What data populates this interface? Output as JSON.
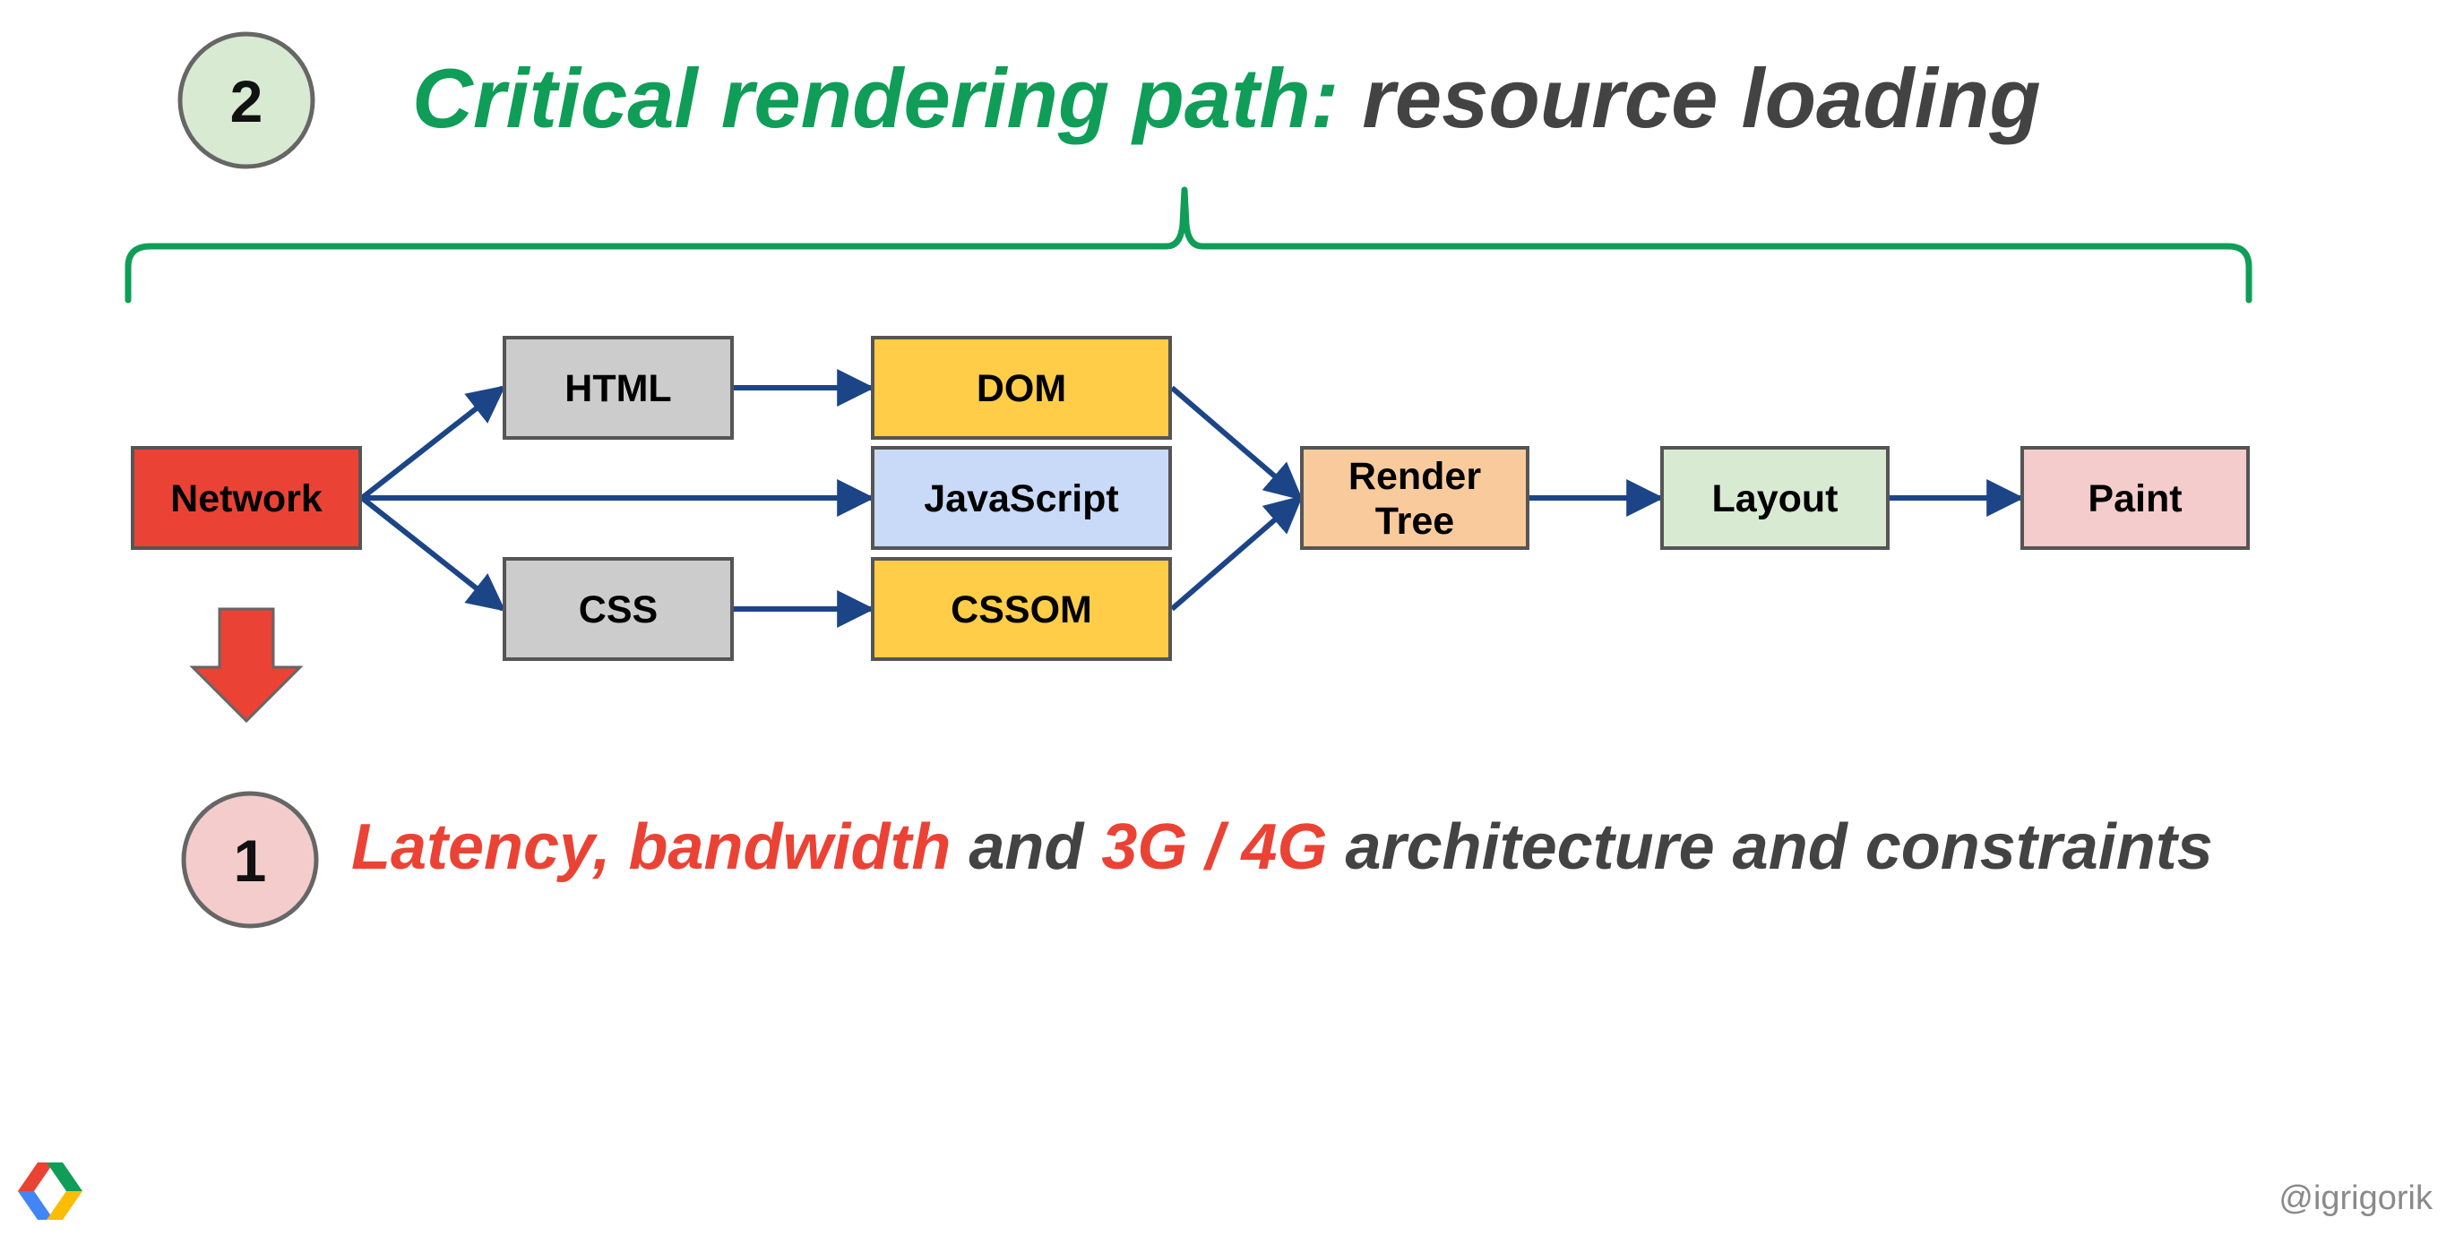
{
  "slide": {
    "top_step": {
      "number": "2",
      "title_highlight": "Critical rendering path:",
      "title_rest": " resource loading"
    },
    "bottom_step": {
      "number": "1",
      "parts": [
        {
          "text": "Latency, bandwidth",
          "color": "#ea4335"
        },
        {
          "text": " and ",
          "color": "#434343"
        },
        {
          "text": "3G / 4G",
          "color": "#ea4335"
        },
        {
          "text": " architecture and constraints",
          "color": "#434343"
        }
      ]
    },
    "credit": "@igrigorik"
  },
  "diagram": {
    "nodes": {
      "network": {
        "label": "Network",
        "fill": "#ea4335"
      },
      "html": {
        "label": "HTML",
        "fill": "#cccccc"
      },
      "css": {
        "label": "CSS",
        "fill": "#cccccc"
      },
      "dom": {
        "label": "DOM",
        "fill": "#ffcd48"
      },
      "javascript": {
        "label": "JavaScript",
        "fill": "#c9daf8"
      },
      "cssom": {
        "label": "CSSOM",
        "fill": "#ffcd48"
      },
      "render_tree": {
        "label_line1": "Render",
        "label_line2": "Tree",
        "fill": "#f9cb9c"
      },
      "layout": {
        "label": "Layout",
        "fill": "#d9ead3"
      },
      "paint": {
        "label": "Paint",
        "fill": "#f4cccc"
      }
    },
    "edges": [
      [
        "network",
        "html"
      ],
      [
        "network",
        "javascript"
      ],
      [
        "network",
        "css"
      ],
      [
        "html",
        "dom"
      ],
      [
        "css",
        "cssom"
      ],
      [
        "dom",
        "render_tree"
      ],
      [
        "cssom",
        "render_tree"
      ],
      [
        "render_tree",
        "layout"
      ],
      [
        "layout",
        "paint"
      ]
    ]
  },
  "colors": {
    "title_green": "#0f9d58",
    "title_dark": "#434343",
    "arrow": "#1c4587",
    "brace": "#0f9d58",
    "down_arrow": "#ea4335",
    "badge_top_fill": "#d9ead3",
    "badge_bottom_fill": "#f4cccc",
    "badge_stroke": "#666666"
  }
}
